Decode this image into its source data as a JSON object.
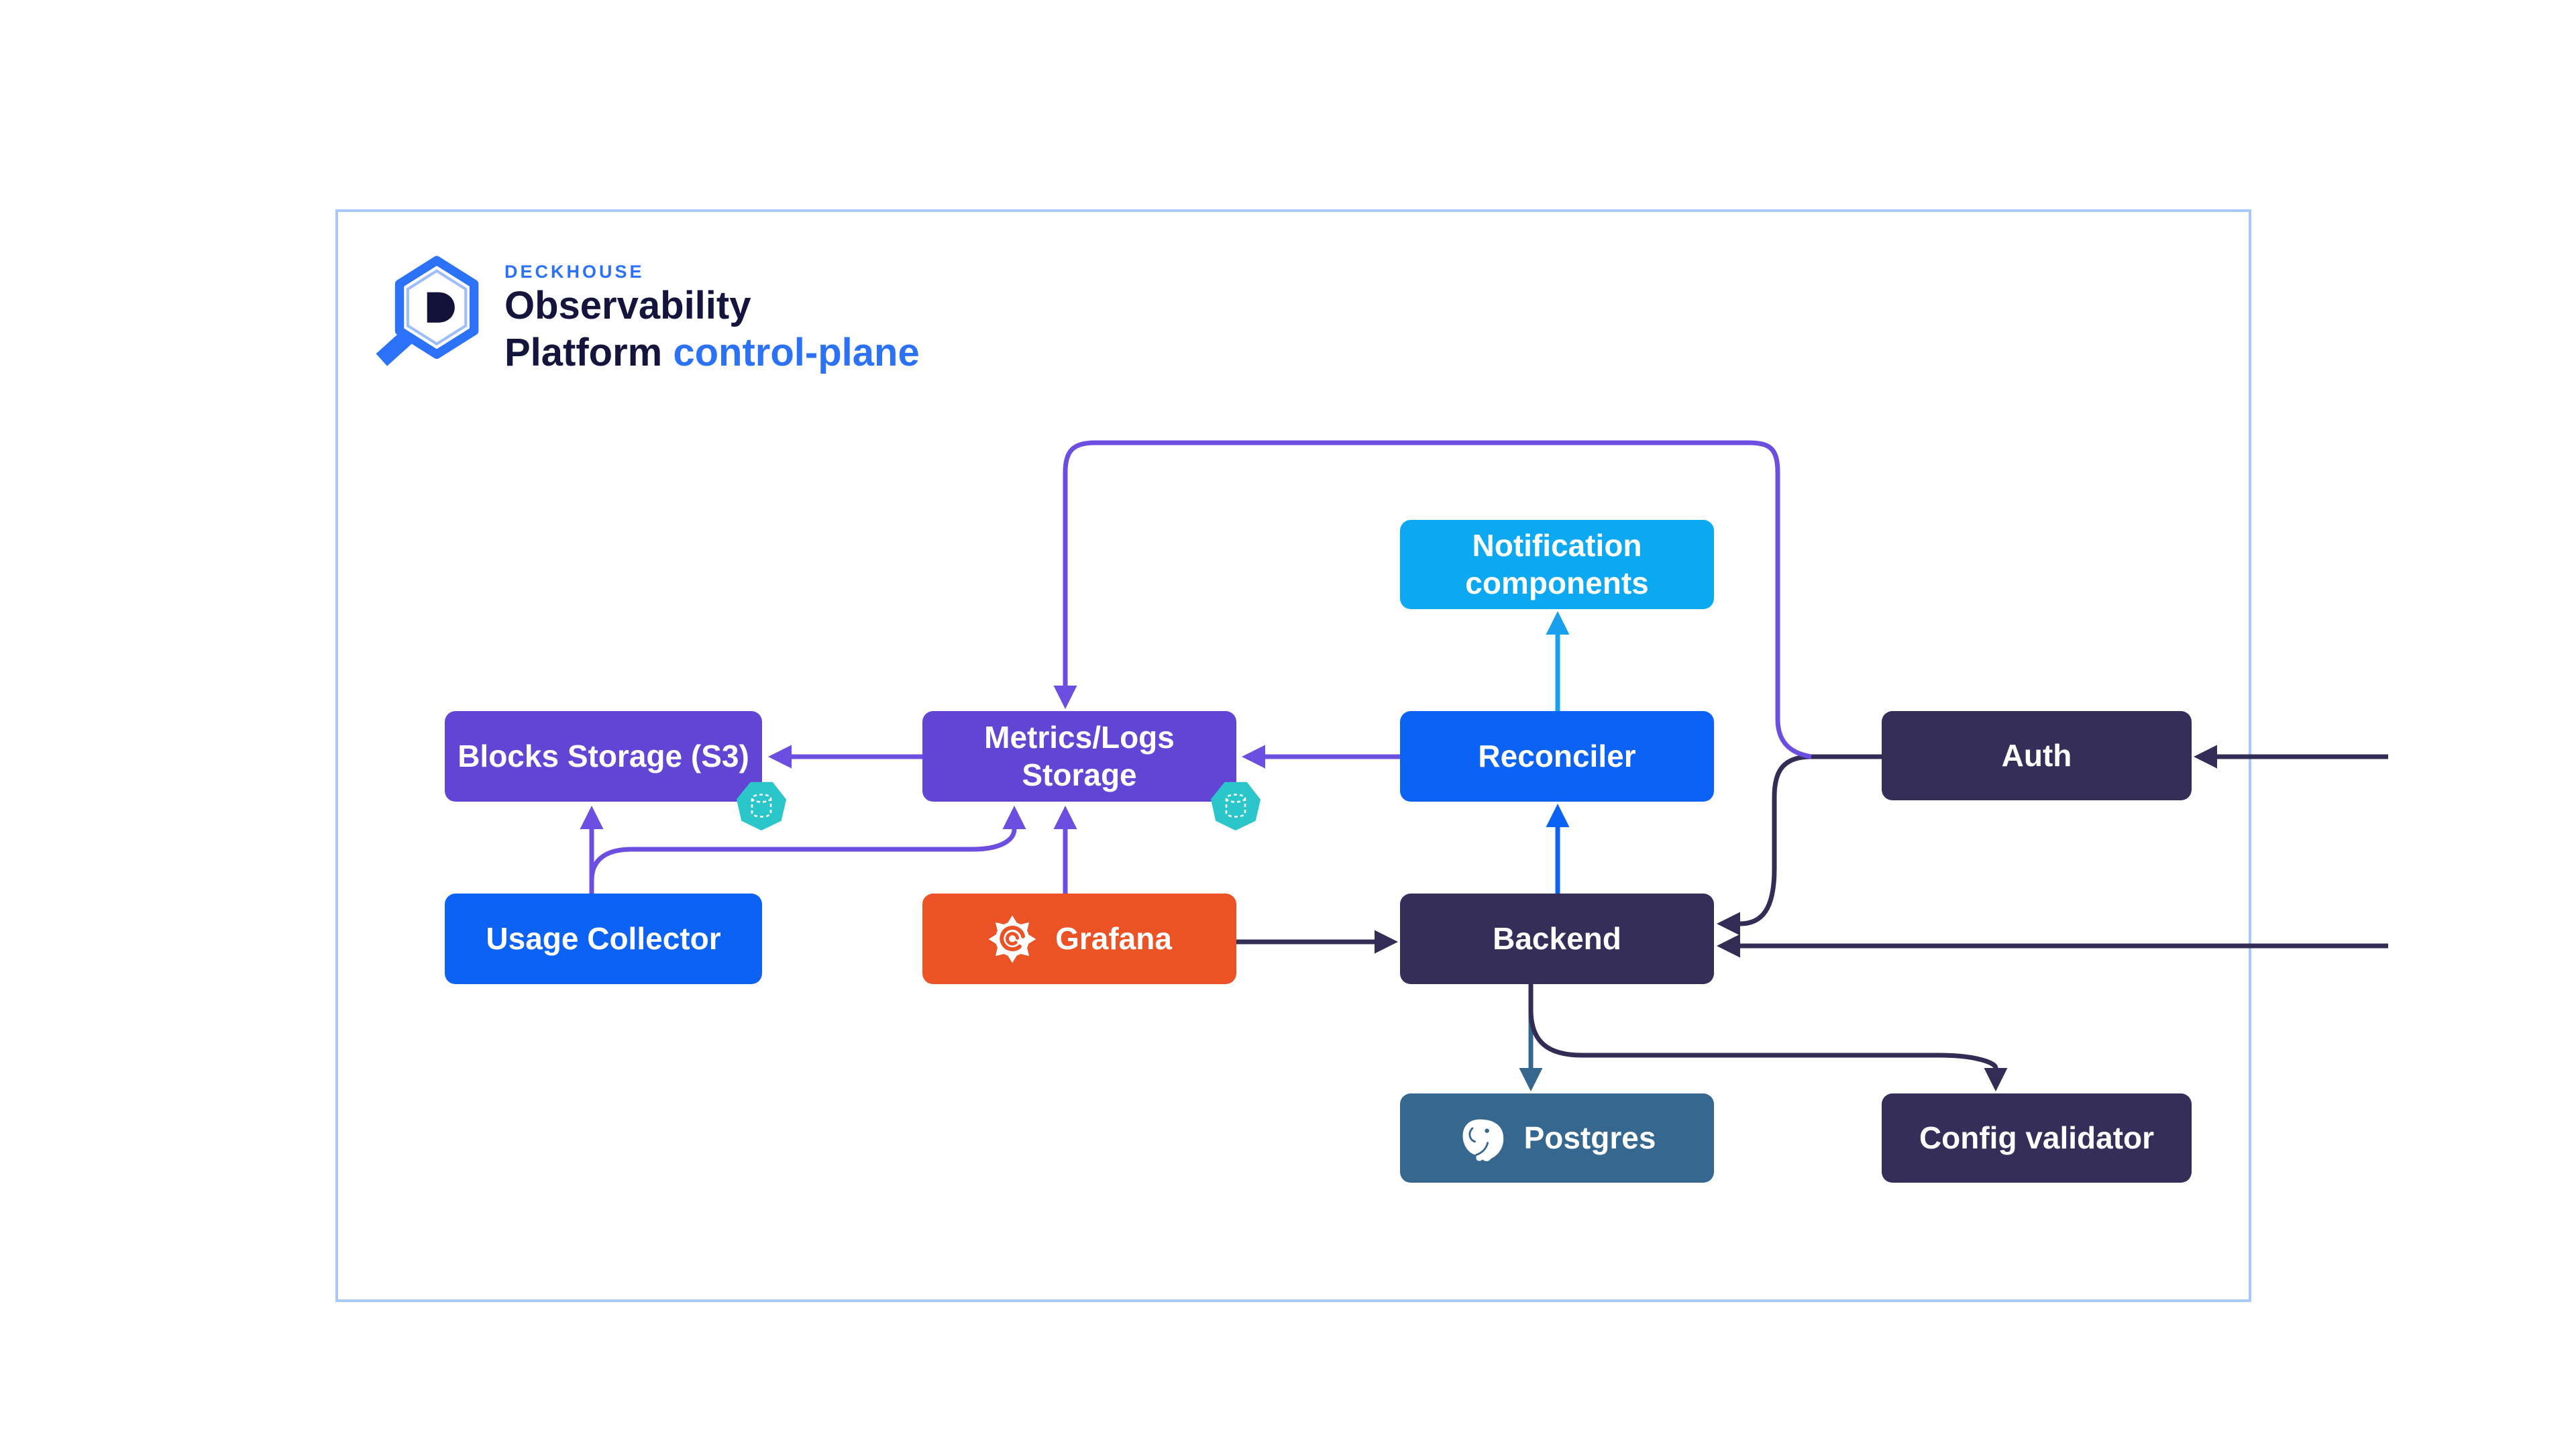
{
  "logo": {
    "brand": "DECKHOUSE",
    "title_line1": "Observability",
    "title_line2": "Platform",
    "title_suffix": "control-plane"
  },
  "nodes": {
    "blocks": {
      "label": "Blocks Storage (S3)",
      "color": "#6245d4",
      "badge_icon": "database-badge-icon"
    },
    "metrics": {
      "label": "Metrics/Logs Storage",
      "color": "#6245d4",
      "badge_icon": "database-badge-icon"
    },
    "notification": {
      "label": "Notification components",
      "color": "#0ca9f2"
    },
    "reconciler": {
      "label": "Reconciler",
      "color": "#0b62f4"
    },
    "auth": {
      "label": "Auth",
      "color": "#352e59"
    },
    "usage": {
      "label": "Usage Collector",
      "color": "#0b62f4"
    },
    "grafana": {
      "label": "Grafana",
      "color": "#eb5226",
      "icon": "grafana-flame-icon"
    },
    "backend": {
      "label": "Backend",
      "color": "#352e59"
    },
    "postgres": {
      "label": "Postgres",
      "color": "#35678f",
      "icon": "postgres-elephant-icon"
    },
    "config_validator": {
      "label": "Config validator",
      "color": "#352e59"
    }
  },
  "edges": [
    {
      "from": "metrics",
      "to": "blocks",
      "color": "#6c4ee0"
    },
    {
      "from": "reconciler",
      "to": "metrics",
      "color": "#6c4ee0"
    },
    {
      "from": "usage",
      "to": "blocks",
      "color": "#6c4ee0"
    },
    {
      "from": "usage",
      "to": "metrics",
      "color": "#6c4ee0"
    },
    {
      "from": "grafana",
      "to": "metrics",
      "color": "#6c4ee0"
    },
    {
      "from": "auth",
      "to": "metrics",
      "color": "#6c4ee0"
    },
    {
      "from": "auth",
      "to": "backend",
      "color": "#332c55"
    },
    {
      "from": "backend",
      "to": "reconciler",
      "color": "#0b62f4"
    },
    {
      "from": "reconciler",
      "to": "notification",
      "color": "#18a0ee"
    },
    {
      "from": "backend",
      "to": "postgres",
      "color": "#35678f"
    },
    {
      "from": "backend",
      "to": "config_validator",
      "color": "#332c55"
    },
    {
      "from": "external-right",
      "to": "auth",
      "color": "#332c55"
    },
    {
      "from": "external-right",
      "to": "backend",
      "color": "#332c55"
    },
    {
      "from": "grafana",
      "to": "backend",
      "color": "#332c55"
    }
  ],
  "colors": {
    "purple_box": "#6245d4",
    "purple_line": "#6c4ee0",
    "blue": "#0b62f4",
    "light_blue": "#0ca9f2",
    "light_blue_line": "#18a0ee",
    "navy": "#352e59",
    "navy_line": "#332c55",
    "steel": "#35678f",
    "orange": "#eb5226",
    "teal_badge": "#2bc6ca",
    "frame_border": "#a9c9f8",
    "logo_blue": "#2b72f8",
    "logo_navy": "#15143c"
  }
}
